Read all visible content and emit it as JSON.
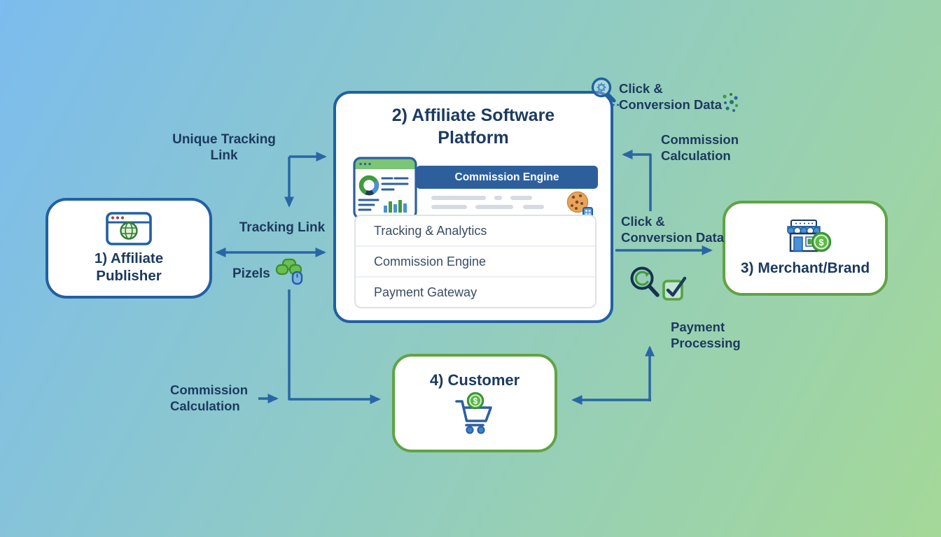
{
  "diagram": {
    "publisher": {
      "label": "1) Affiliate Publisher"
    },
    "platform": {
      "title": "2) Affiliate Software Platform",
      "banner": "Commission Engine",
      "features": [
        "Tracking & Analytics",
        "Commission Engine",
        "Payment Gateway"
      ]
    },
    "merchant": {
      "label": "3) Merchant/Brand"
    },
    "customer": {
      "label": "4) Customer"
    },
    "labels": {
      "unique_tracking_link": "Unique Tracking Link",
      "tracking_link": "Tracking Link",
      "pixels": "Pizels",
      "commission_calculation_left": "Commission Calculation",
      "click_conversion_top": "Click & Conversion Data",
      "commission_calculation_right": "Commission Calculation",
      "click_conversion_mid": "Click & Conversion Data",
      "payment_processing": "Payment Processing"
    },
    "icons": {
      "dollar": "$"
    },
    "colors": {
      "arrow": "#2a66a5",
      "text": "#1b3a5e",
      "blue_border": "#2160a3",
      "green_border": "#61a344",
      "banner_blue": "#2d5f9d",
      "background_start": "#7cbcee",
      "background_end": "#a4d898"
    }
  }
}
